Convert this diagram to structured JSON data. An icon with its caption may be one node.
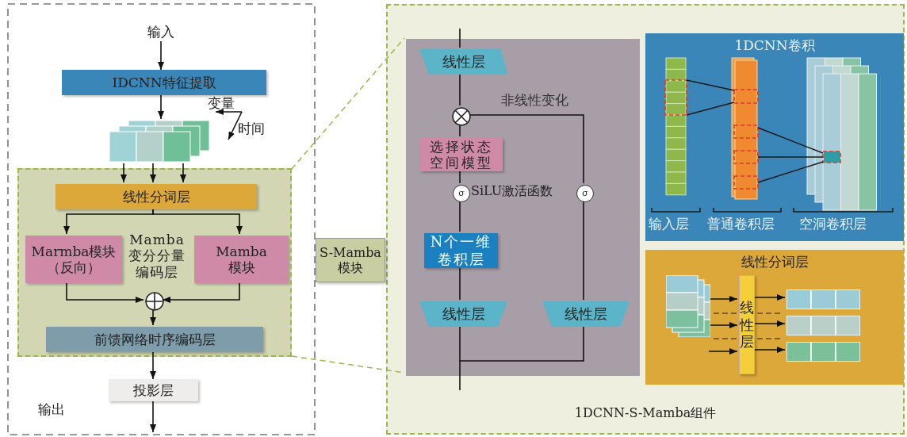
{
  "diagram": {
    "nodes": [
      {
        "text": [
          "输入"
        ]
      },
      {
        "text": [
          "IDCNN特征提取"
        ]
      },
      {
        "text": [],
        "shape": "box"
      },
      {
        "text": [],
        "shape": "box"
      },
      {
        "text": [
          "线性分词层"
        ],
        "in": 3
      },
      {
        "text": [
          "Marmba模块（反向）"
        ],
        "in": 3
      },
      {
        "text": [
          "Mamba模块"
        ],
        "in": 3
      },
      {
        "text": [],
        "shape": "circle",
        "in": 3
      },
      {
        "text": [
          "前馈网络时序编码层"
        ],
        "in": 3
      },
      {
        "text": [
          "投影层"
        ]
      },
      {
        "text": [
          "S-Mamba模块"
        ]
      },
      {
        "text": [
          "1DCNN-S-Mamba组件"
        ]
      },
      {
        "text": [],
        "shape": "box",
        "in": 11
      },
      {
        "text": [
          "线性层"
        ],
        "in": 12
      },
      {
        "text": [],
        "shape": "circle",
        "in": 12
      },
      {
        "text": [
          "选择状态空间模型"
        ],
        "in": 12
      },
      {
        "text": [
          "σ"
        ],
        "in": 12
      },
      {
        "text": [
          "σ"
        ],
        "in": 12
      },
      {
        "text": [
          "N个一维卷积层"
        ],
        "in": 12
      },
      {
        "text": [
          "线性层"
        ],
        "in": 12
      },
      {
        "text": [
          "线性层"
        ],
        "in": 12
      },
      {
        "text": [
          "1DCNN卷积"
        ],
        "in": 11
      },
      {
        "text": [
          "线性分词层"
        ],
        "in": 11
      },
      {
        "text": [],
        "shape": "box",
        "in": 22
      },
      {
        "text": [
          "线性层"
        ],
        "in": 22
      },
      {
        "text": [],
        "shape": "box",
        "in": 22
      },
      {
        "text": [],
        "shape": "box",
        "in": 22
      },
      {
        "text": [],
        "shape": "box",
        "in": 22
      }
    ],
    "edges": [
      {
        "from": 0,
        "to": 1,
        "arrow": "to"
      },
      {
        "from": 1,
        "to": 2,
        "arrow": "to"
      },
      {
        "from": 2,
        "to": 4,
        "arrow": "to"
      },
      {
        "from": 2,
        "to": 4,
        "arrow": "to"
      },
      {
        "from": 2,
        "to": 4,
        "arrow": "to"
      },
      {
        "from": 4,
        "to": 5,
        "arrow": "to"
      },
      {
        "from": 4,
        "to": 6,
        "arrow": "to"
      },
      {
        "from": 5,
        "to": 7,
        "arrow": "to"
      },
      {
        "from": 6,
        "to": 7,
        "arrow": "to"
      },
      {
        "from": 7,
        "to": 8,
        "arrow": "to"
      },
      {
        "from": 8,
        "to": 9,
        "arrow": "to"
      },
      {
        "from": 9,
        "to": null,
        "arrow": "to"
      },
      {
        "from": null,
        "to": 13,
        "arrow": "none"
      },
      {
        "from": 13,
        "to": 14,
        "arrow": "none"
      },
      {
        "from": 14,
        "to": 15,
        "arrow": "none"
      },
      {
        "from": 15,
        "to": 16,
        "arrow": "none"
      },
      {
        "from": 16,
        "to": 18,
        "arrow": "none"
      },
      {
        "from": 18,
        "to": 19,
        "arrow": "none"
      },
      {
        "from": 19,
        "to": null,
        "arrow": "none"
      },
      {
        "from": 14,
        "to": 17,
        "arrow": "none"
      },
      {
        "from": 17,
        "to": 20,
        "arrow": "none"
      },
      {
        "from": 20,
        "to": null,
        "arrow": "none"
      },
      {
        "from": 23,
        "to": 24,
        "arrow": "to"
      },
      {
        "from": 23,
        "to": 24,
        "arrow": "to"
      },
      {
        "from": 23,
        "to": 24,
        "arrow": "to"
      },
      {
        "from": 24,
        "to": 25,
        "arrow": "to"
      },
      {
        "from": 24,
        "to": 26,
        "arrow": "to"
      },
      {
        "from": 24,
        "to": 27,
        "arrow": "to"
      },
      {
        "from": 3,
        "to": 12,
        "arrow": "none",
        "style": "dashed",
        "color": "#9cb84a"
      },
      {
        "from": 3,
        "to": 12,
        "arrow": "none",
        "style": "dashed",
        "color": "#9cb84a"
      }
    ],
    "labels": [
      "变量",
      "时间",
      "Mamba变分分量编码层",
      "输出",
      "非线性变化",
      "SiLU激活函数",
      "输入层",
      "普通卷积层",
      "空洞卷积层"
    ]
  }
}
